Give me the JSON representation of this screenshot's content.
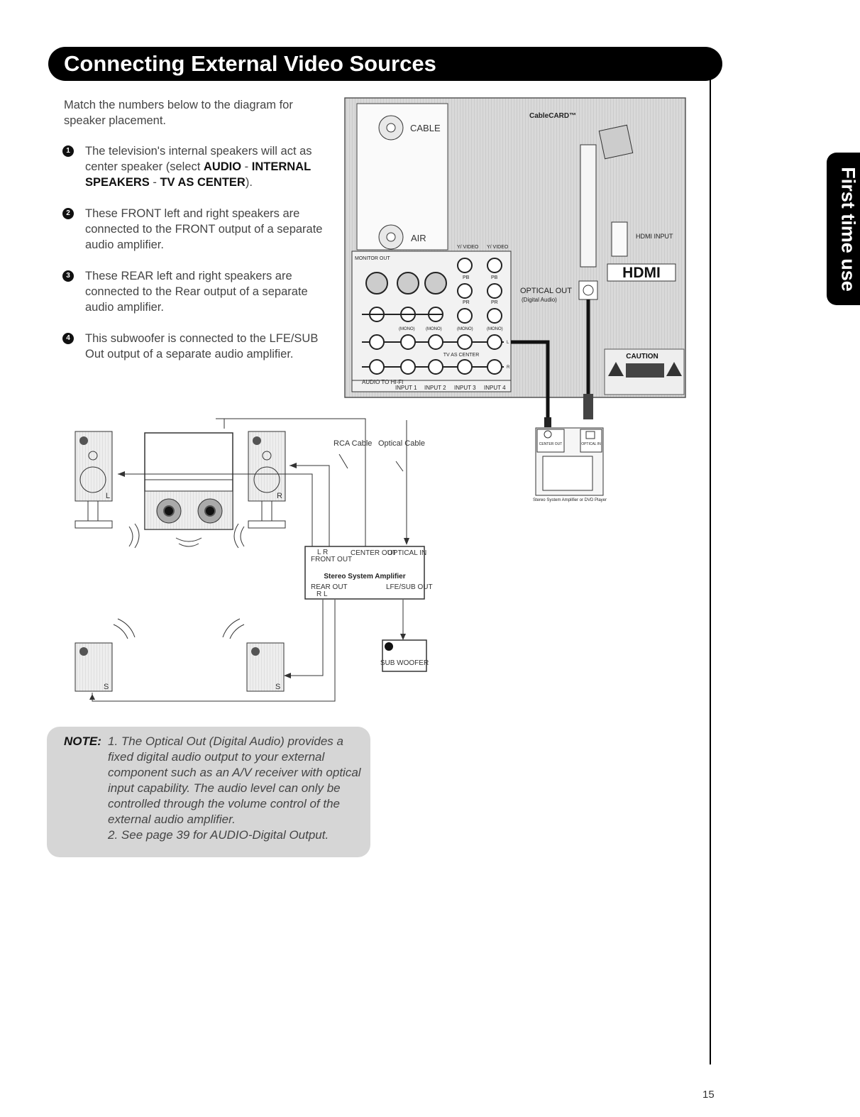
{
  "header": {
    "title": "Connecting External Video Sources"
  },
  "side_tab": {
    "label": "First time use"
  },
  "intro": "Match the numbers below to the diagram for speaker placement.",
  "steps": [
    {
      "num": "1",
      "pre": "The television's internal speakers will act as center speaker (select ",
      "bold1": "AUDIO",
      "mid": " - ",
      "bold2": "INTERNAL SPEAKERS",
      "mid2": " - ",
      "bold3": "TV AS CENTER",
      "post": ")."
    },
    {
      "num": "2",
      "text": "These FRONT left and right speakers are connected to the FRONT output of a separate audio amplifier."
    },
    {
      "num": "3",
      "text": "These REAR left and right speakers are connected to the Rear output of a separate audio amplifier."
    },
    {
      "num": "4",
      "text": "This subwoofer is connected to the LFE/SUB Out output of a separate audio amplifier."
    }
  ],
  "panel": {
    "cable": "CABLE",
    "air": "AIR",
    "cablecard": "CableCARD™",
    "hdmi": "HDMI",
    "hdmi_input": "HDMI INPUT",
    "optical_out": "OPTICAL OUT",
    "digital_audio": "(Digital Audio)",
    "caution": "CAUTION",
    "monitor_out": "MONITOR OUT",
    "y_video": "Y/ VIDEO",
    "pb": "PB",
    "pr": "PR",
    "mono": "(MONO)",
    "tv_as_center": "TV AS CENTER",
    "audio_to_hifi": "AUDIO TO HI-FI",
    "inputs": [
      "INPUT 1",
      "INPUT 2",
      "INPUT 3",
      "INPUT 4"
    ],
    "l": "L",
    "r": "R"
  },
  "small_amp": {
    "center_out": "CENTER OUT",
    "optical_in": "OPTICAL IN",
    "caption": "Stereo System Amplifier or DVD Player"
  },
  "labels": {
    "rca_cable": "RCA Cable",
    "optical_cable": "Optical Cable",
    "speaker_l": "L",
    "speaker_r": "R",
    "speaker_s": "S"
  },
  "amp": {
    "lr": "L R",
    "front_out": "FRONT OUT",
    "center_out": "CENTER OUT",
    "optical_in": "OPTICAL IN",
    "title": "Stereo System Amplifier",
    "rear_out": "REAR OUT",
    "rl": "R L",
    "lfe_sub_out": "LFE/SUB OUT"
  },
  "subwoofer": {
    "label": "SUB WOOFER"
  },
  "note": {
    "label": "NOTE:",
    "item1": "1. The Optical Out (Digital Audio) provides a fixed digital audio output to your external component such as an A/V receiver with optical input capability. The audio level can only be controlled through the volume control of the external audio amplifier.",
    "item2": "2. See page 39 for AUDIO-Digital Output."
  },
  "page_number": "15"
}
